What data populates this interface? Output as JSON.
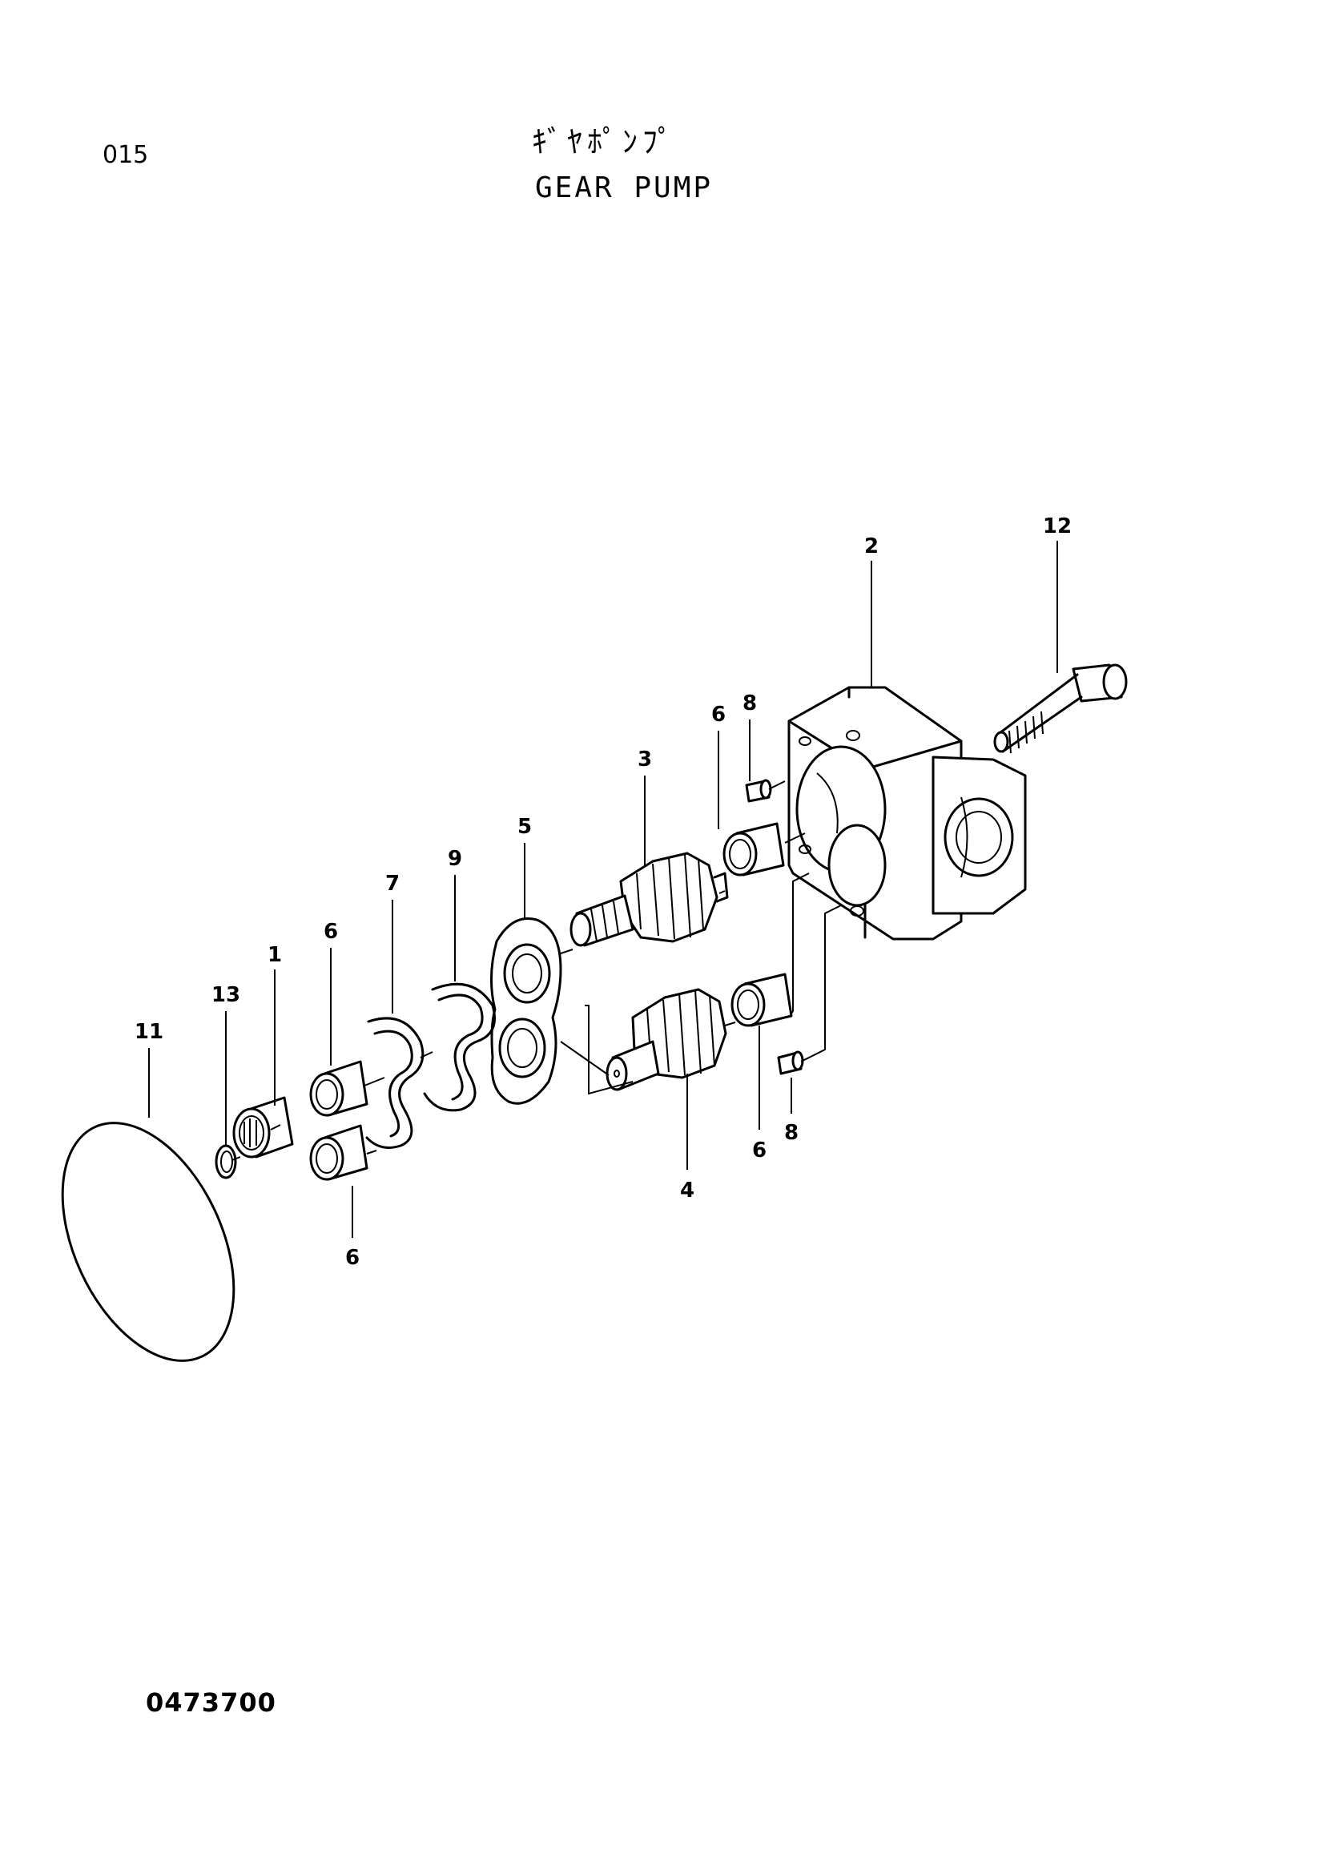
{
  "header": {
    "page_number": "015",
    "title_jp": "ｷﾞﾔﾎﾟﾝﾌﾟ",
    "title_en": "GEAR PUMP"
  },
  "footer": {
    "drawing_number": "0473700"
  },
  "diagram": {
    "callouts": [
      {
        "id": "c12",
        "label": "12"
      },
      {
        "id": "c2",
        "label": "2"
      },
      {
        "id": "c8a",
        "label": "8"
      },
      {
        "id": "c6a",
        "label": "6"
      },
      {
        "id": "c3",
        "label": "3"
      },
      {
        "id": "c5",
        "label": "5"
      },
      {
        "id": "c9",
        "label": "9"
      },
      {
        "id": "c7",
        "label": "7"
      },
      {
        "id": "c6b",
        "label": "6"
      },
      {
        "id": "c1",
        "label": "1"
      },
      {
        "id": "c13",
        "label": "13"
      },
      {
        "id": "c11",
        "label": "11"
      },
      {
        "id": "c6c",
        "label": "6"
      },
      {
        "id": "c8b",
        "label": "8"
      },
      {
        "id": "c4",
        "label": "4"
      },
      {
        "id": "c6d",
        "label": "6"
      }
    ]
  }
}
